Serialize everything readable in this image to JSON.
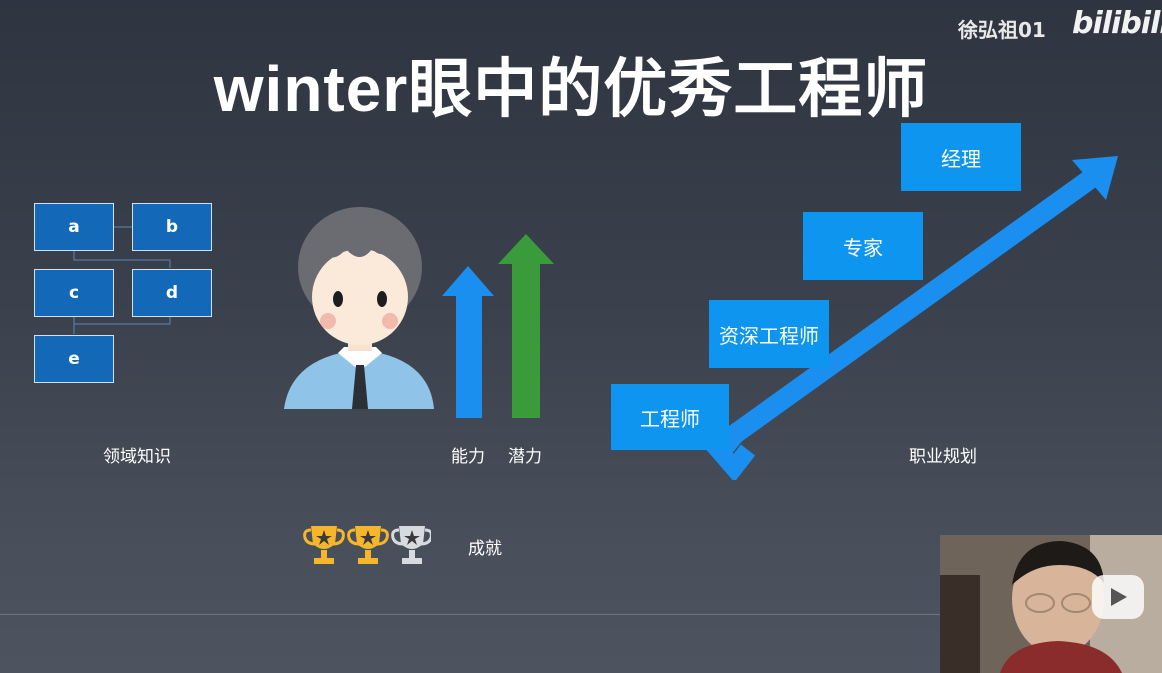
{
  "watermark": {
    "author": "徐弘祖01",
    "brand": "bilibili"
  },
  "slide": {
    "title": "winter眼中的优秀工程师",
    "knowledge": {
      "boxes": [
        "a",
        "b",
        "c",
        "d",
        "e"
      ],
      "caption": "领域知识"
    },
    "growth": {
      "ability_label": "能力",
      "potential_label": "潜力"
    },
    "achievement": {
      "caption": "成就",
      "trophies": [
        "gold",
        "gold",
        "silver"
      ]
    },
    "career": {
      "steps": [
        "工程师",
        "资深工程师",
        "专家",
        "经理"
      ],
      "caption": "职业规划"
    }
  },
  "colors": {
    "box_blue": "#1368b8",
    "career_blue": "#0e95f0",
    "arrow_blue": "#1a8ff0",
    "arrow_green": "#3a9b3a"
  }
}
